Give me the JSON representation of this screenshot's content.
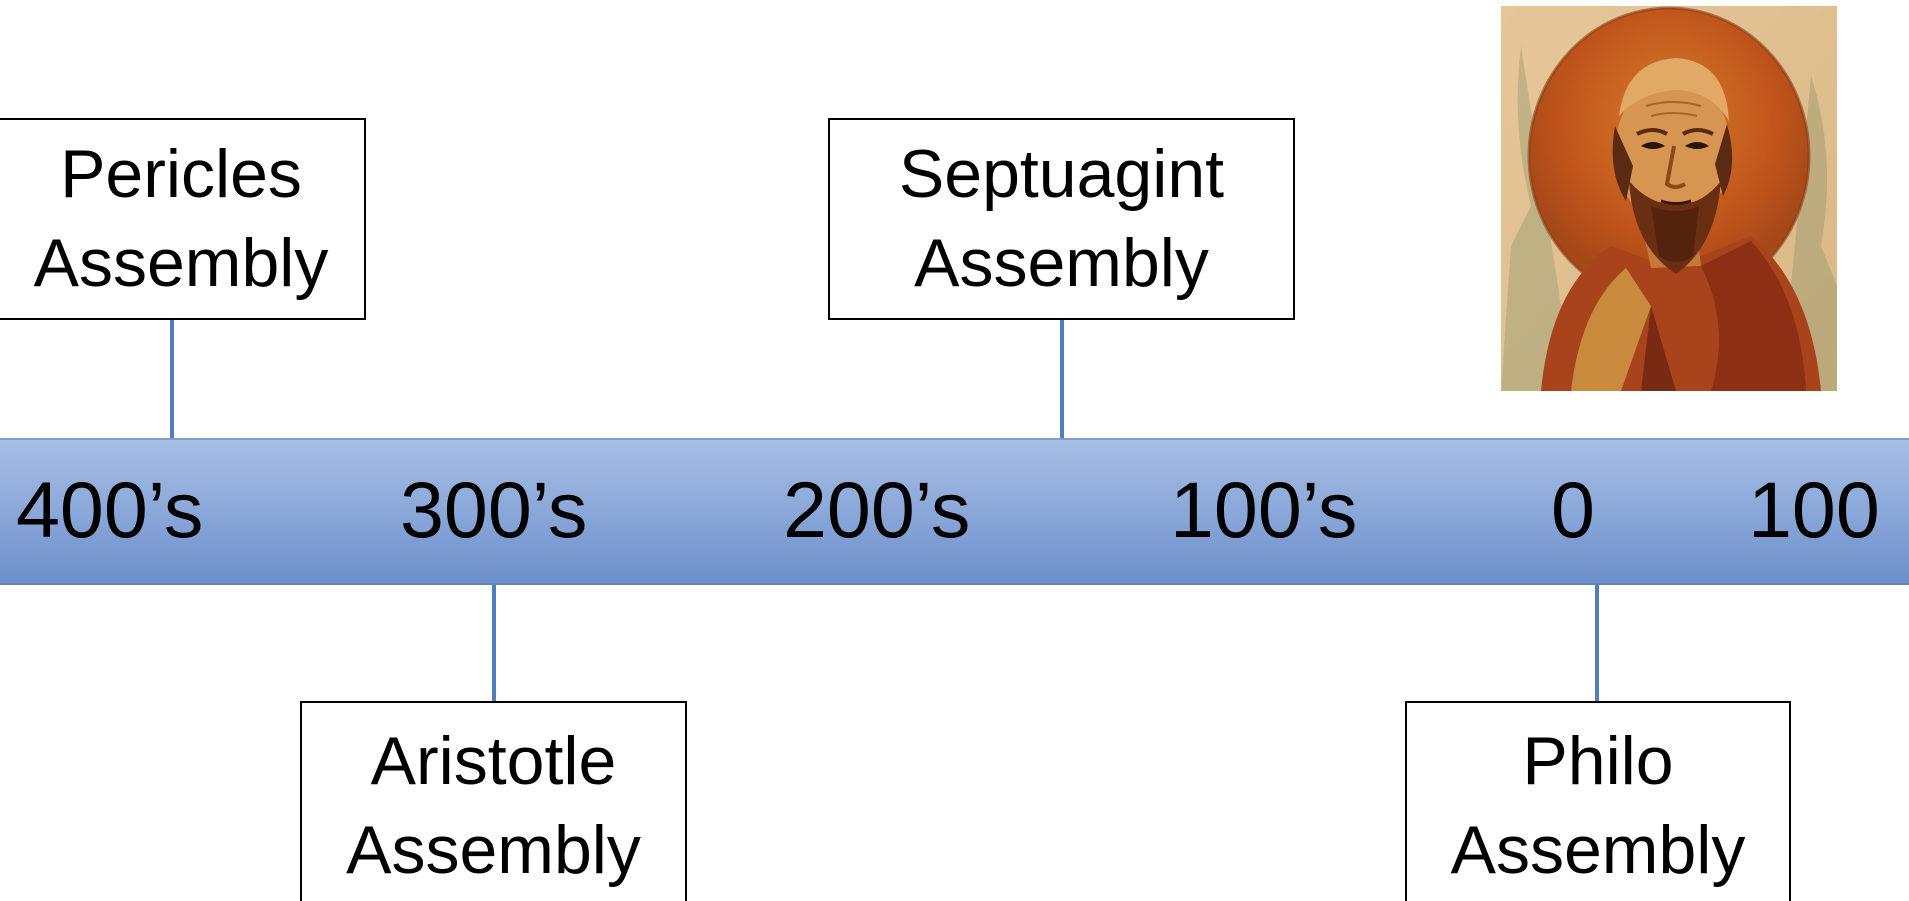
{
  "timeline": {
    "ticks": [
      {
        "label": "400’s"
      },
      {
        "label": "300’s"
      },
      {
        "label": "200’s"
      },
      {
        "label": "100’s"
      },
      {
        "label": "0"
      },
      {
        "label": "100"
      }
    ]
  },
  "events": [
    {
      "line1": "Pericles",
      "line2": "Assembly"
    },
    {
      "line1": "Aristotle",
      "line2": "Assembly"
    },
    {
      "line1": "Septuagint",
      "line2": "Assembly"
    },
    {
      "line1": "Philo",
      "line2": "Assembly"
    }
  ],
  "colors": {
    "bar_top": "#a7bfe5",
    "bar_bottom": "#6c8fca",
    "connector": "#4f7fc0"
  },
  "image": {
    "icon": "icon-portrait"
  }
}
